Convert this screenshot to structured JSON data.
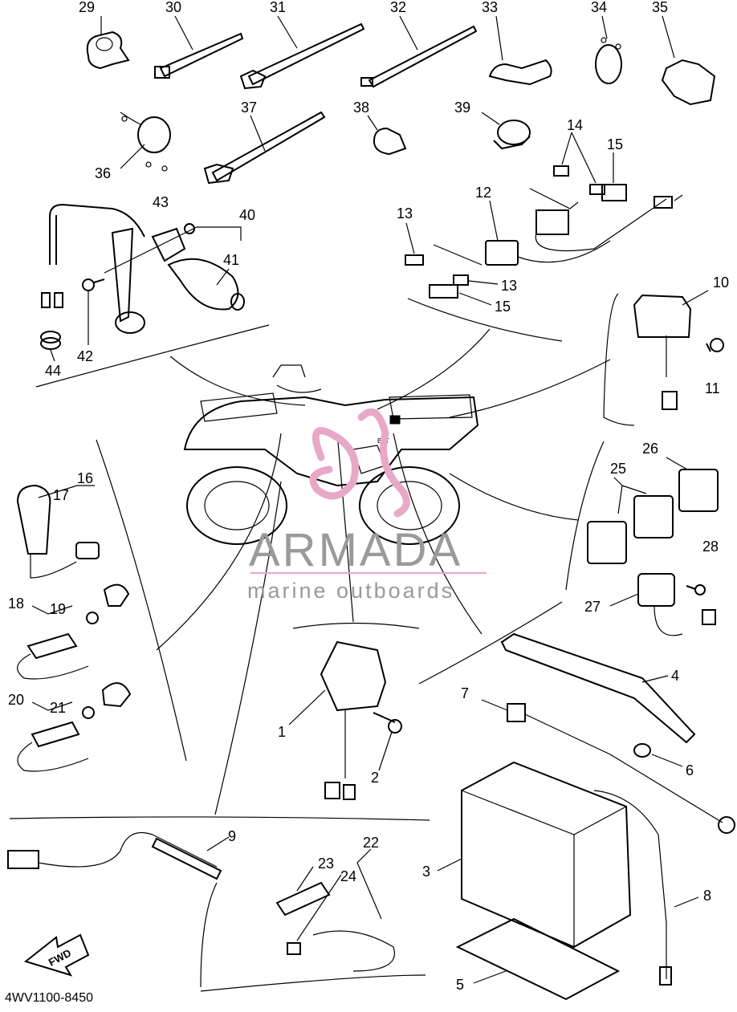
{
  "diagram_code": "4WV1100-8450",
  "watermark": {
    "brand": "ARMADA",
    "tagline": "marine outboards",
    "accent_color": "#e8a8c8"
  },
  "fwd_label": "FWD",
  "callouts": {
    "p1": "1",
    "p2": "2",
    "p3": "3",
    "p4": "4",
    "p5": "5",
    "p6": "6",
    "p7": "7",
    "p8": "8",
    "p9": "9",
    "p10": "10",
    "p11": "11",
    "p12": "12",
    "p13a": "13",
    "p13b": "13",
    "p14": "14",
    "p15a": "15",
    "p15b": "15",
    "p16": "16",
    "p17": "17",
    "p18": "18",
    "p19": "19",
    "p20": "20",
    "p21": "21",
    "p22": "22",
    "p23": "23",
    "p24": "24",
    "p25": "25",
    "p26": "26",
    "p27": "27",
    "p28": "28",
    "p29": "29",
    "p30": "30",
    "p31": "31",
    "p32": "32",
    "p33": "33",
    "p34": "34",
    "p35": "35",
    "p36": "36",
    "p37": "37",
    "p38": "38",
    "p39": "39",
    "p40": "40",
    "p41": "41",
    "p42": "42",
    "p43": "43",
    "p44": "44"
  }
}
